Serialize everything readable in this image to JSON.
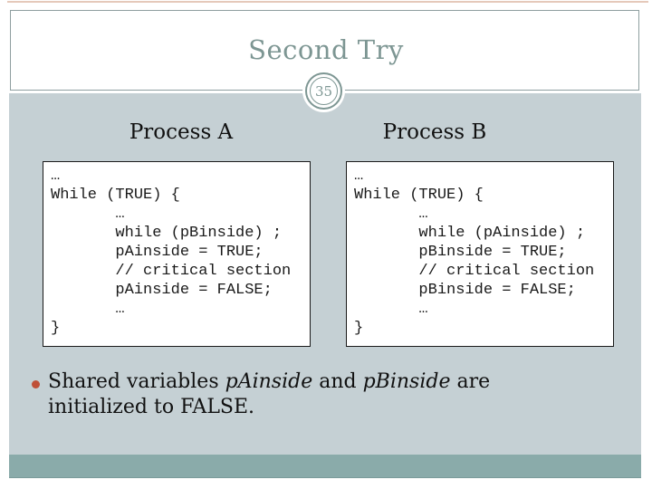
{
  "slide": {
    "title": "Second Try",
    "page_number": "35"
  },
  "process_a": {
    "heading": "Process A",
    "code": [
      "…",
      "While (TRUE) {",
      "       …",
      "       while (pBinside) ;",
      "       pAinside = TRUE;",
      "       // critical section",
      "       pAinside = FALSE;",
      "       …",
      "}"
    ]
  },
  "process_b": {
    "heading": "Process B",
    "code": [
      "…",
      "While (TRUE) {",
      "       …",
      "       while (pAinside) ;",
      "       pBinside = TRUE;",
      "       // critical section",
      "       pBinside = FALSE;",
      "       …",
      "}"
    ]
  },
  "bullet": {
    "parts": [
      {
        "text": "Shared variables "
      },
      {
        "text": "pAinside",
        "italic": true
      },
      {
        "text": " and "
      },
      {
        "text": "pBinside",
        "italic": true
      },
      {
        "text": " are initialized to FALSE."
      }
    ]
  },
  "colors": {
    "accent_teal": "#7d9693",
    "content_background": "#c5d0d4",
    "footer_band": "#8aabaa",
    "bullet_marker": "#bf5038",
    "top_rule": "#e5c9ba",
    "header_box_border": "#8f9fa0"
  }
}
